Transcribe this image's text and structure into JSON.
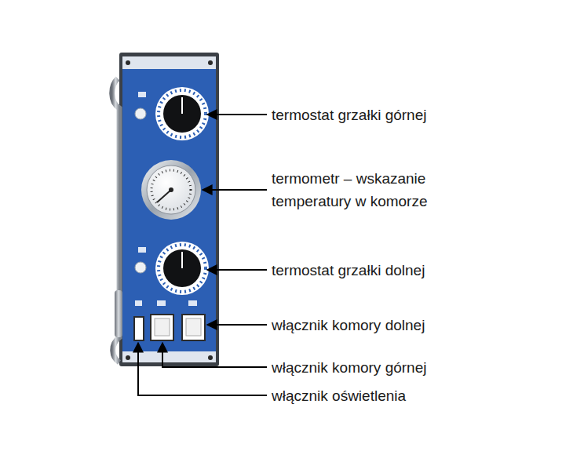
{
  "diagram": {
    "labels": [
      "termostat grzałki górnej",
      "termometr – wskazanie temperatury w komorze",
      "termostat grzałki dolnej",
      "włącznik komory dolnej",
      "włącznik komory górnej",
      "włącznik oświetlenia"
    ]
  }
}
